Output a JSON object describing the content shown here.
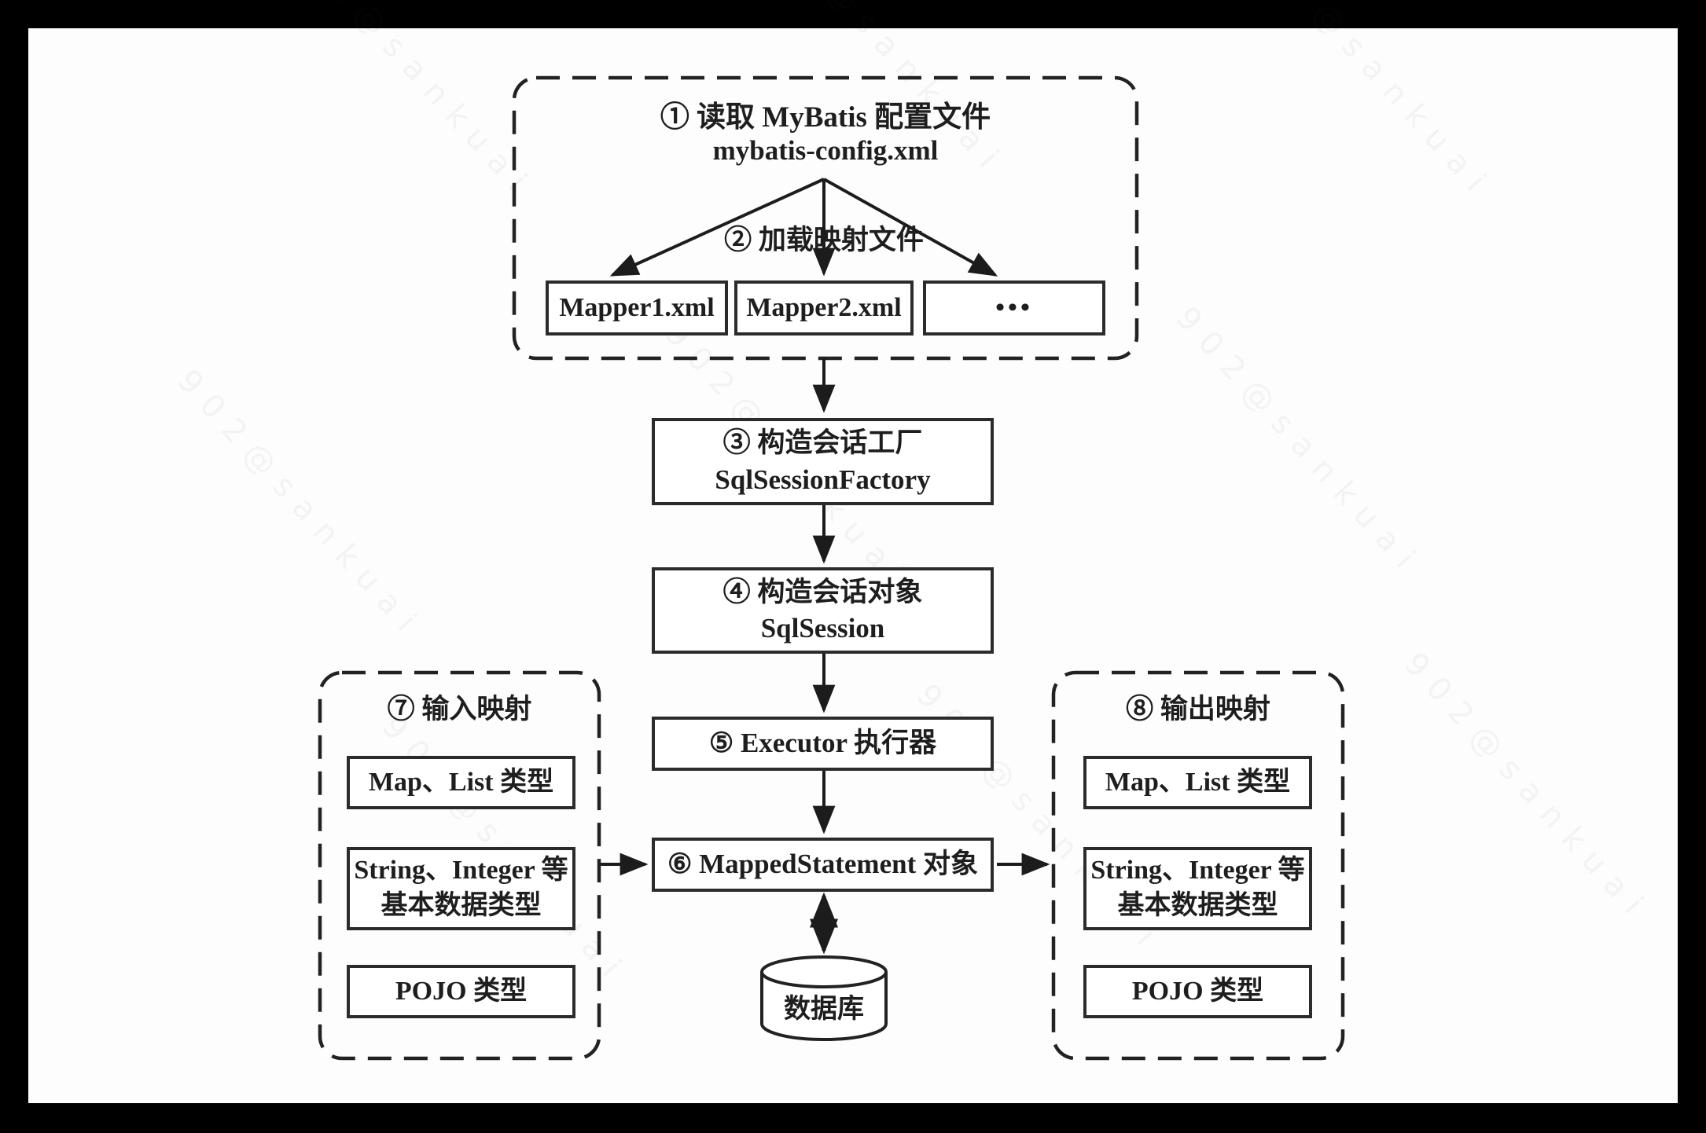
{
  "colors": {
    "frame": "#000000",
    "canvas": "#fdfdfd",
    "ink": "#1e1e1e",
    "border": "#2b2b2b"
  },
  "watermark": {
    "text": "902@sankuai"
  },
  "top_group": {
    "title_line1": "① 读取 MyBatis 配置文件",
    "title_line2": "mybatis-config.xml",
    "load_label": "② 加载映射文件",
    "mappers": [
      "Mapper1.xml",
      "Mapper2.xml",
      "•••"
    ]
  },
  "flow": {
    "session_factory": "③ 构造会话工厂\nSqlSessionFactory",
    "sql_session": "④ 构造会话对象\nSqlSession",
    "executor": "⑤ Executor 执行器",
    "mapped_statement": "⑥ MappedStatement 对象"
  },
  "database_label": "数据库",
  "input_panel": {
    "title": "⑦ 输入映射",
    "items": [
      "Map、List 类型",
      "String、Integer 等\n基本数据类型",
      "POJO 类型"
    ]
  },
  "output_panel": {
    "title": "⑧ 输出映射",
    "items": [
      "Map、List 类型",
      "String、Integer 等\n基本数据类型",
      "POJO 类型"
    ]
  }
}
